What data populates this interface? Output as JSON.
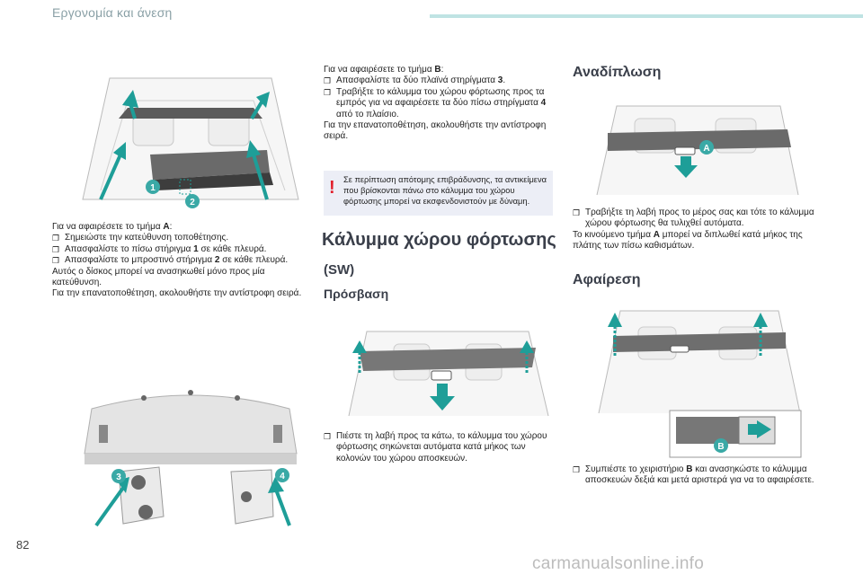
{
  "header": {
    "title": "Εργονομία και άνεση"
  },
  "page_number": "82",
  "watermark": "carmanualsonline.info",
  "left_column": {
    "intro": "Για να αφαιρέσετε το τμήμα",
    "intro_bold": "A",
    "intro_end": ":",
    "bullets": [
      {
        "text": "Σημειώστε την κατεύθυνση τοποθέτησης."
      },
      {
        "pre": "Απασφαλίστε το πίσω στήριγμα ",
        "bold": "1",
        "post": " σε κάθε πλευρά."
      },
      {
        "pre": "Απασφαλίστε το μπροστινό στήριγμα ",
        "bold": "2",
        "post": " σε κάθε πλευρά."
      }
    ],
    "para1": "Αυτός ο δίσκος μπορεί να ανασηκωθεί μόνο προς μία κατεύθυνση.",
    "para2": "Για την επανατοποθέτηση, ακολουθήστε την αντίστροφη σειρά.",
    "labels": {
      "n1": "1",
      "n2": "2",
      "n3": "3",
      "n4": "4"
    }
  },
  "middle_column": {
    "intro": "Για να αφαιρέσετε το τμήμα",
    "intro_bold": "B",
    "intro_end": ":",
    "bullets": [
      {
        "pre": "Απασφαλίστε τα δύο πλαϊνά στηρίγματα ",
        "bold": "3",
        "post": "."
      },
      {
        "pre": "Τραβήξτε το κάλυμμα του χώρου φόρτωσης προς τα εμπρός για να αφαιρέσετε τα δύο πίσω στηρίγματα ",
        "bold": "4",
        "post": " από το πλαίσιο."
      }
    ],
    "para": "Για την επανατοποθέτηση, ακολουθήστε την αντίστροφη σειρά.",
    "warning_mark": "!",
    "warning": "Σε περίπτωση απότομης επιβράδυνσης, τα αντικείμενα που βρίσκονται πάνω στο κάλυμμα του χώρου φόρτωσης μπορεί να εκσφενδονιστούν με δύναμη.",
    "heading": "Κάλυμμα χώρου φόρτωσης",
    "subheading": "(SW)",
    "section": "Πρόσβαση",
    "access_bullet": "Πιέστε τη λαβή προς τα κάτω, το κάλυμμα του χώρου φόρτωσης σηκώνεται αυτόματα κατά μήκος των κολονών του χώρου αποσκευών."
  },
  "right_column": {
    "heading": "Αναδίπλωση",
    "label_a": "A",
    "fold_bullet": "Τραβήξτε τη λαβή προς το μέρος σας και τότε το κάλυμμα χώρου φόρτωσης θα τυλιχθεί αυτόματα.",
    "fold_pre": "Το κινούμενο τμήμα ",
    "fold_bold": "A",
    "fold_post": " μπορεί να διπλωθεί κατά μήκος της πλάτης των πίσω καθισμάτων.",
    "section": "Αφαίρεση",
    "label_b": "B",
    "remove_pre": "Συμπιέστε το χειριστήριο ",
    "remove_bold": "B",
    "remove_post": " και ανασηκώστε το κάλυμμα αποσκευών δεξιά και μετά αριστερά για να το αφαιρέσετε."
  },
  "colors": {
    "accent": "#3aa9a6",
    "warning": "#e2202c",
    "header_bar": "#bfe3e3"
  }
}
